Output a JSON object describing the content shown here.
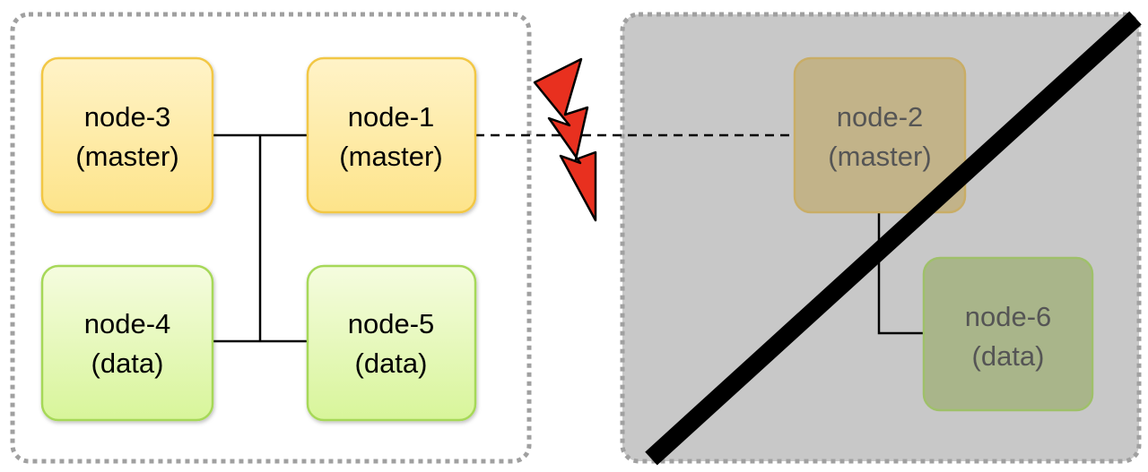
{
  "clusters": {
    "left": {
      "nodes": [
        {
          "id": "node-3",
          "line1": "node-3",
          "line2": "(master)"
        },
        {
          "id": "node-1",
          "line1": "node-1",
          "line2": "(master)"
        },
        {
          "id": "node-4",
          "line1": "node-4",
          "line2": "(data)"
        },
        {
          "id": "node-5",
          "line1": "node-5",
          "line2": "(data)"
        }
      ]
    },
    "right": {
      "status": "failed",
      "nodes": [
        {
          "id": "node-2",
          "line1": "node-2",
          "line2": "(master)"
        },
        {
          "id": "node-6",
          "line1": "node-6",
          "line2": "(data)"
        }
      ]
    }
  },
  "connections": [
    {
      "from": "node-3",
      "to": "node-1",
      "style": "solid"
    },
    {
      "from": "node-4",
      "to": "node-5",
      "style": "solid"
    },
    {
      "from": "node-1",
      "to": "node-2",
      "style": "dashed",
      "broken": true
    },
    {
      "from": "node-2",
      "to": "node-6",
      "style": "solid"
    }
  ],
  "colors": {
    "master_fill_top": "#fff3c8",
    "master_fill_bottom": "#fde48a",
    "master_stroke": "#f2c744",
    "data_fill_top": "#f5fcdf",
    "data_fill_bottom": "#d8f59a",
    "data_stroke": "#a6d858",
    "failed_bg": "#c8c8c8",
    "failed_master_fill": "#c2b389",
    "failed_master_stroke": "#c9ad66",
    "failed_data_fill": "#a9b58a",
    "failed_data_stroke": "#9fc06a",
    "failed_text": "#555555",
    "bolt": "#e8301f",
    "cluster_border": "#a0a0a0"
  },
  "icons": {
    "bolt": "lightning-bolt-icon",
    "failed_marker": "strike-through-line"
  }
}
